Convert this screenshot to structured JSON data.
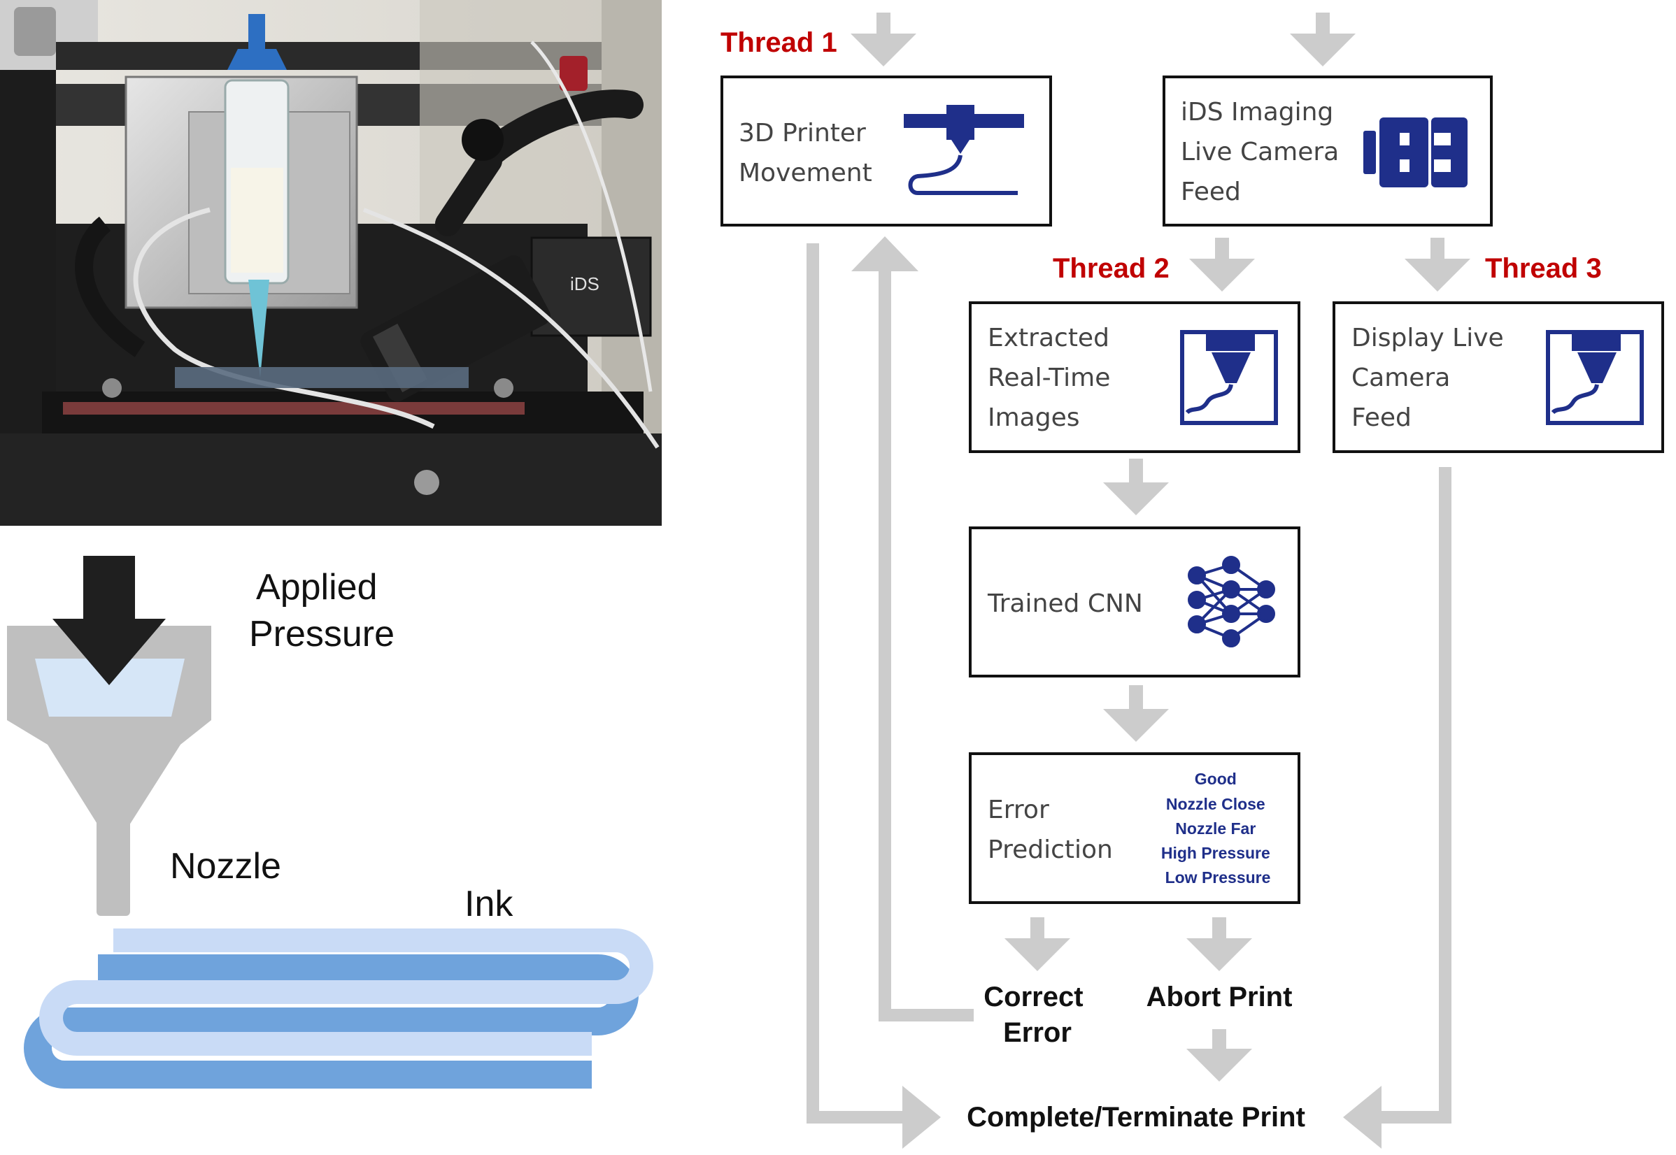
{
  "schematic": {
    "applied_pressure": [
      "Applied",
      "Pressure"
    ],
    "nozzle": "Nozzle",
    "ink": "Ink"
  },
  "flowchart": {
    "threads": {
      "thread1": "Thread 1",
      "thread2": "Thread 2",
      "thread3": "Thread 3"
    },
    "boxes": {
      "printer_movement": [
        "3D Printer",
        "Movement"
      ],
      "camera_feed": [
        "iDS Imaging",
        "Live Camera",
        "Feed"
      ],
      "extracted_images": [
        "Extracted",
        "Real-Time",
        "Images"
      ],
      "display_feed": [
        "Display Live",
        "Camera",
        "Feed"
      ],
      "trained_cnn": [
        "Trained CNN"
      ],
      "error_prediction": [
        "Error",
        "Prediction"
      ]
    },
    "error_classes": [
      "Good",
      "Nozzle Close",
      "Nozzle Far",
      "High Pressure",
      "Low Pressure"
    ],
    "outcomes": {
      "correct_error": [
        "Correct",
        "Error"
      ],
      "abort_print": "Abort Print",
      "complete_print": "Complete/Terminate Print"
    }
  },
  "colors": {
    "thread_red": "#c00000",
    "icon_navy": "#1f2f8a",
    "arrow_gray": "#cccccc",
    "ink_light": "#c9dbf6",
    "ink_dark": "#6fa3dc",
    "nozzle_gray": "#bfbfbf",
    "reservoir_blue": "#d6e6f7"
  }
}
